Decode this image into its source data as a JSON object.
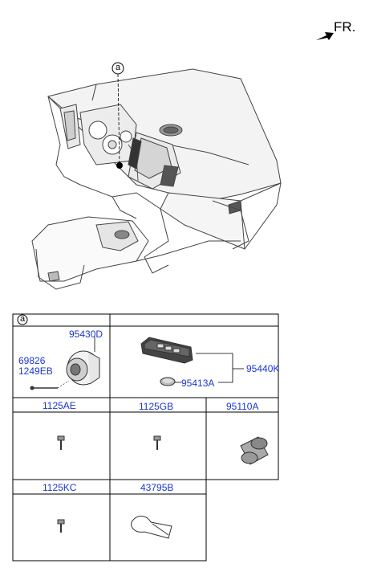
{
  "direction": {
    "label": "FR."
  },
  "callout": {
    "label": "a"
  },
  "parts_table": {
    "header_callout": "a",
    "cells": {
      "key_ignition": {
        "part": "95430D",
        "screw": "69826",
        "screw_alt": "1249EB"
      },
      "smart_key": {
        "part": "95440K",
        "battery": "95413A"
      },
      "bolt_1": {
        "part": "1125AE"
      },
      "bolt_2": {
        "part": "1125GB"
      },
      "connector": {
        "part": "95110A"
      },
      "bolt_3": {
        "part": "1125KC"
      },
      "tag": {
        "part": "43795B"
      }
    }
  },
  "colors": {
    "part_number": "#1a36d6",
    "line": "#000000"
  }
}
